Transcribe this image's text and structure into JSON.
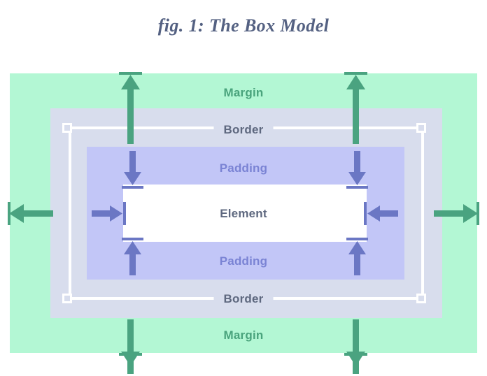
{
  "figure": {
    "title": "fig. 1: The Box Model"
  },
  "diagram": {
    "type": "css-box-model",
    "layers": [
      {
        "name": "margin",
        "label": "Margin",
        "color": "#b3f7d4",
        "text_color": "#49a37c"
      },
      {
        "name": "border",
        "label": "Border",
        "color": "#d8dded",
        "text_color": "#5e687f"
      },
      {
        "name": "padding",
        "label": "Padding",
        "color": "#c2c6f7",
        "text_color": "#7a83d4"
      },
      {
        "name": "element",
        "label": "Element",
        "color": "#ffffff",
        "text_color": "#5e687f"
      }
    ],
    "labels": {
      "margin_top": "Margin",
      "margin_bottom": "Margin",
      "border_top": "Border",
      "border_bottom": "Border",
      "padding_top": "Padding",
      "padding_bottom": "Padding",
      "element": "Element"
    },
    "arrow_colors": {
      "margin_arrow": "#4aa380",
      "padding_arrow": "#6b77c4"
    },
    "handles": {
      "count": 4,
      "fill": "#d8dded",
      "stroke": "#ffffff"
    }
  }
}
